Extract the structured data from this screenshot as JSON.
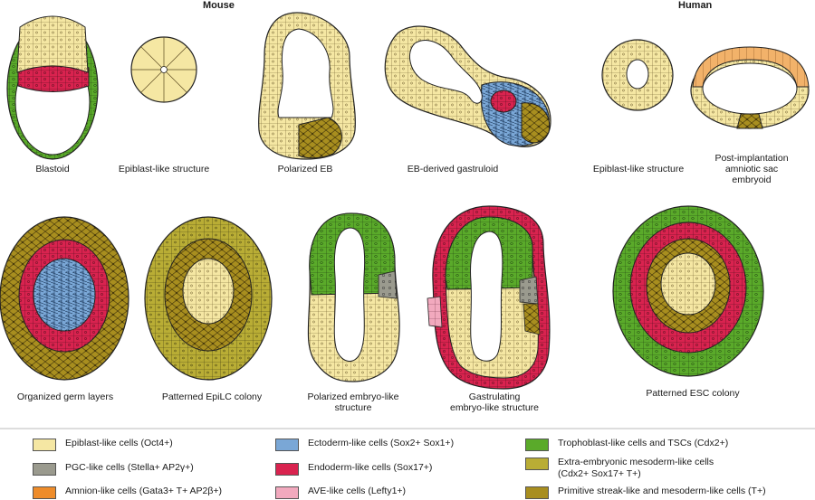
{
  "headers": {
    "mouse": "Mouse",
    "human": "Human"
  },
  "captions": {
    "blastoid": "Blastoid",
    "epiblast_mouse": "Epiblast-like structure",
    "polarized_eb": "Polarized EB",
    "eb_gastruloid": "EB-derived gastruloid",
    "epiblast_human": "Epiblast-like structure",
    "amniotic_l1": "Post-implantation",
    "amniotic_l2": "amniotic sac",
    "amniotic_l3": "embryoid",
    "germ_layers": "Organized germ layers",
    "epilc": "Patterned EpiLC colony",
    "polarized_embryo_l1": "Polarized embryo-like",
    "polarized_embryo_l2": "structure",
    "gastrulating_l1": "Gastrulating",
    "gastrulating_l2": "embryo-like structure",
    "esc_colony": "Patterned ESC colony"
  },
  "colors": {
    "epiblast": "#f5e7a3",
    "pgc": "#9a9a8e",
    "amnion": "#ee8c2a",
    "ectoderm": "#7aa7d6",
    "endoderm": "#d9234f",
    "ave": "#f2a9be",
    "trophoblast": "#5aaa2a",
    "extra_embryonic": "#b9ad35",
    "primitive_streak": "#a88e1f"
  },
  "legend": [
    {
      "key": "epiblast",
      "text": "Epiblast-like cells (Oct4+)"
    },
    {
      "key": "pgc",
      "text": "PGC-like cells (Stella+ AP2γ+)"
    },
    {
      "key": "amnion",
      "text": "Amnion-like cells (Gata3+ T+ AP2β+)"
    },
    {
      "key": "ectoderm",
      "text": "Ectoderm-like cells (Sox2+ Sox1+)"
    },
    {
      "key": "endoderm",
      "text": "Endoderm-like cells (Sox17+)"
    },
    {
      "key": "ave",
      "text": "AVE-like cells (Lefty1+)"
    },
    {
      "key": "trophoblast",
      "text": "Trophoblast-like cells and TSCs (Cdx2+)"
    },
    {
      "key": "extra_embryonic",
      "text": "Extra-embryonic mesoderm-like cells",
      "text2": "(Cdx2+ Sox17+ T+)"
    },
    {
      "key": "primitive_streak",
      "text": "Primitive streak-like and mesoderm-like cells (T+)"
    }
  ]
}
